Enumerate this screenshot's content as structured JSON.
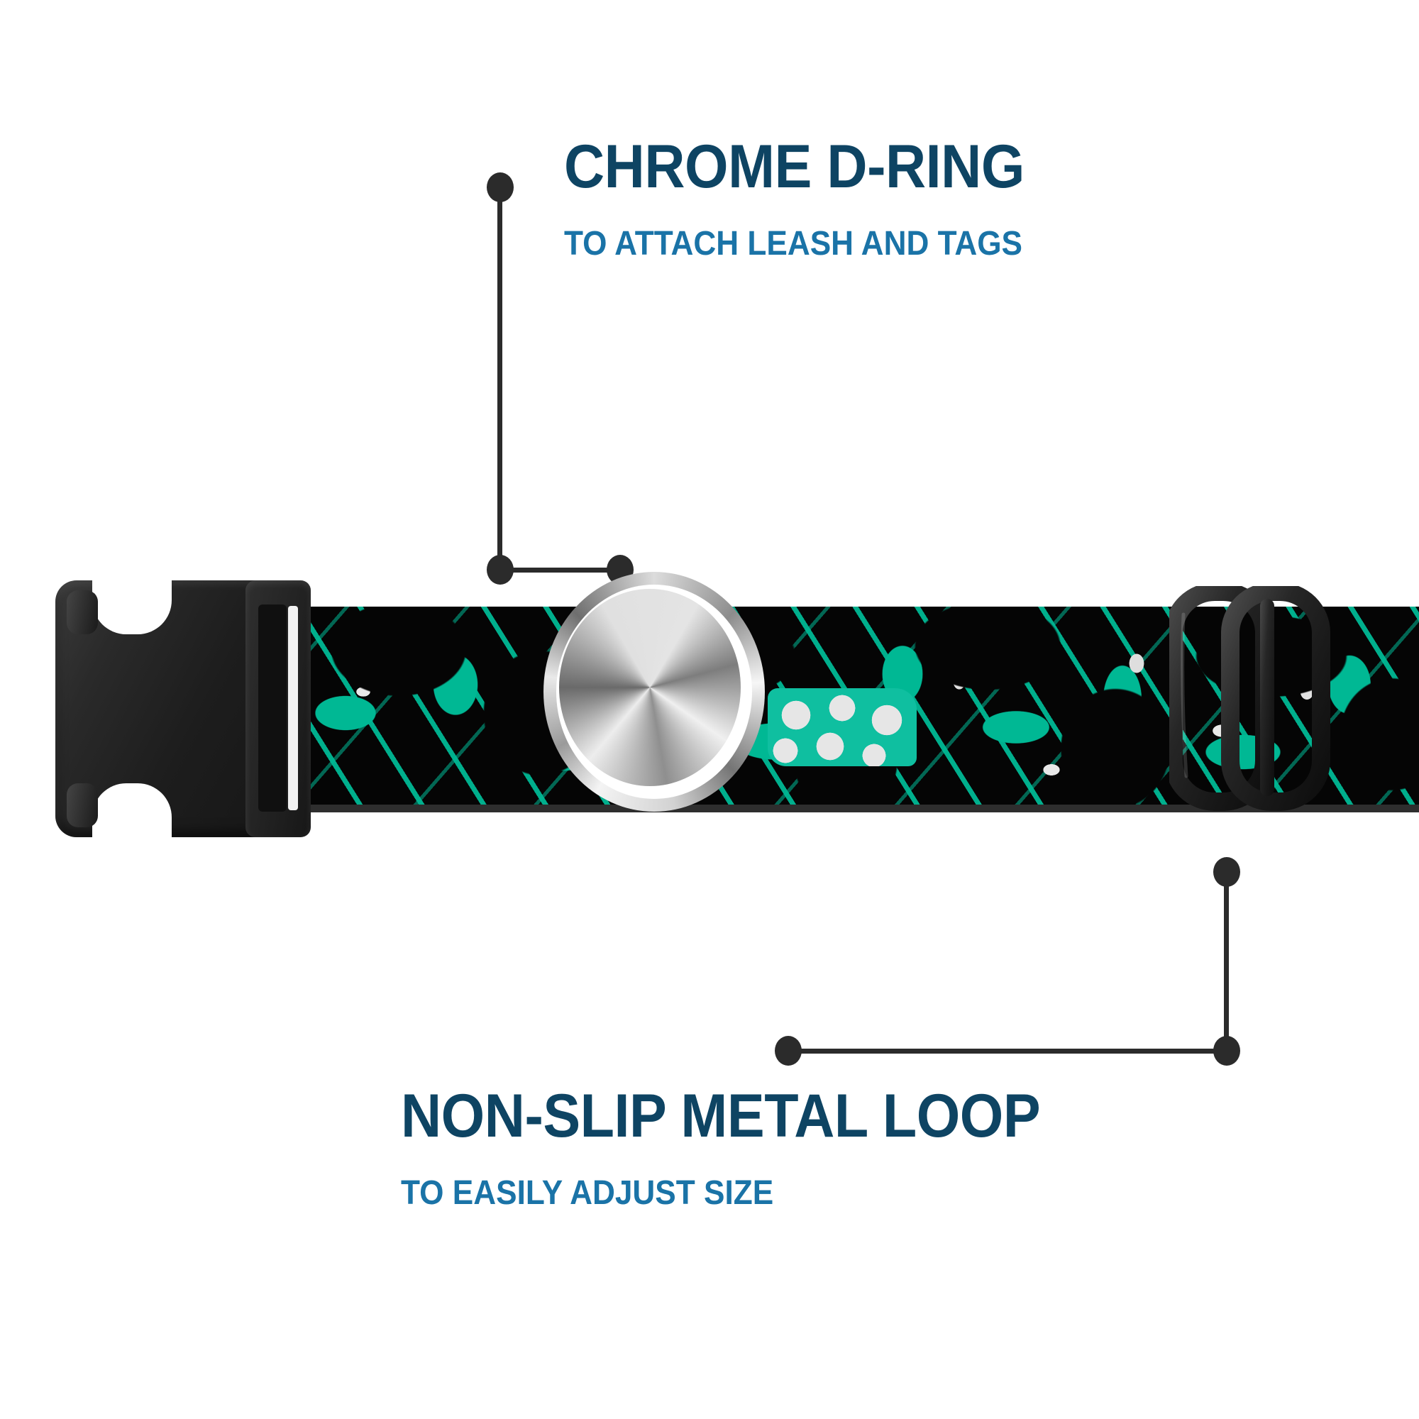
{
  "product": {
    "type": "dog-collar",
    "strap_pattern": "abstract teal, white and black brush-stroke print",
    "colors": {
      "background": "#ffffff",
      "heading": "#0e4463",
      "subheading": "#1a73a7",
      "leader_line": "#2b2b2b",
      "strap_base": "#050505",
      "strap_teal": "#00b894",
      "strap_white": "#e6e6e6",
      "hardware_black": "#1d1d1d",
      "chrome": "#d8d8d8"
    }
  },
  "callouts": [
    {
      "id": "chrome-d-ring",
      "title": "CHROME D-RING",
      "subtitle": "TO ATTACH LEASH AND TAGS",
      "target": "d-ring"
    },
    {
      "id": "non-slip-metal-loop",
      "title": "NON-SLIP METAL LOOP",
      "subtitle": "TO EASILY ADJUST SIZE",
      "target": "metal-loop"
    }
  ],
  "parts": {
    "buckle": "side-release-buckle",
    "d_ring": "chrome-d-ring",
    "slider": "non-slip-metal-loop",
    "strap": "collar-strap"
  }
}
